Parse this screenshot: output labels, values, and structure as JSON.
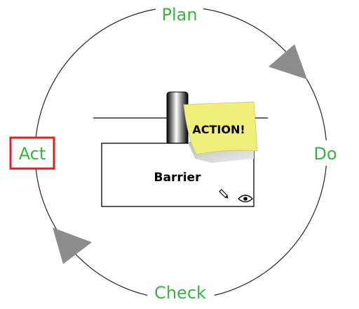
{
  "cycle": {
    "phases": {
      "plan": "Plan",
      "do": "Do",
      "check": "Check",
      "act": "Act"
    },
    "highlighted_phase": "act",
    "highlight_color": "#e02020",
    "text_color": "#3cb043",
    "arrow_color": "#8c8c8c"
  },
  "barrier": {
    "label": "Barrier",
    "icons": [
      "pencil-icon",
      "eye-icon"
    ]
  },
  "sticky_note": {
    "label": "ACTION!",
    "color": "#f0ef7a"
  }
}
